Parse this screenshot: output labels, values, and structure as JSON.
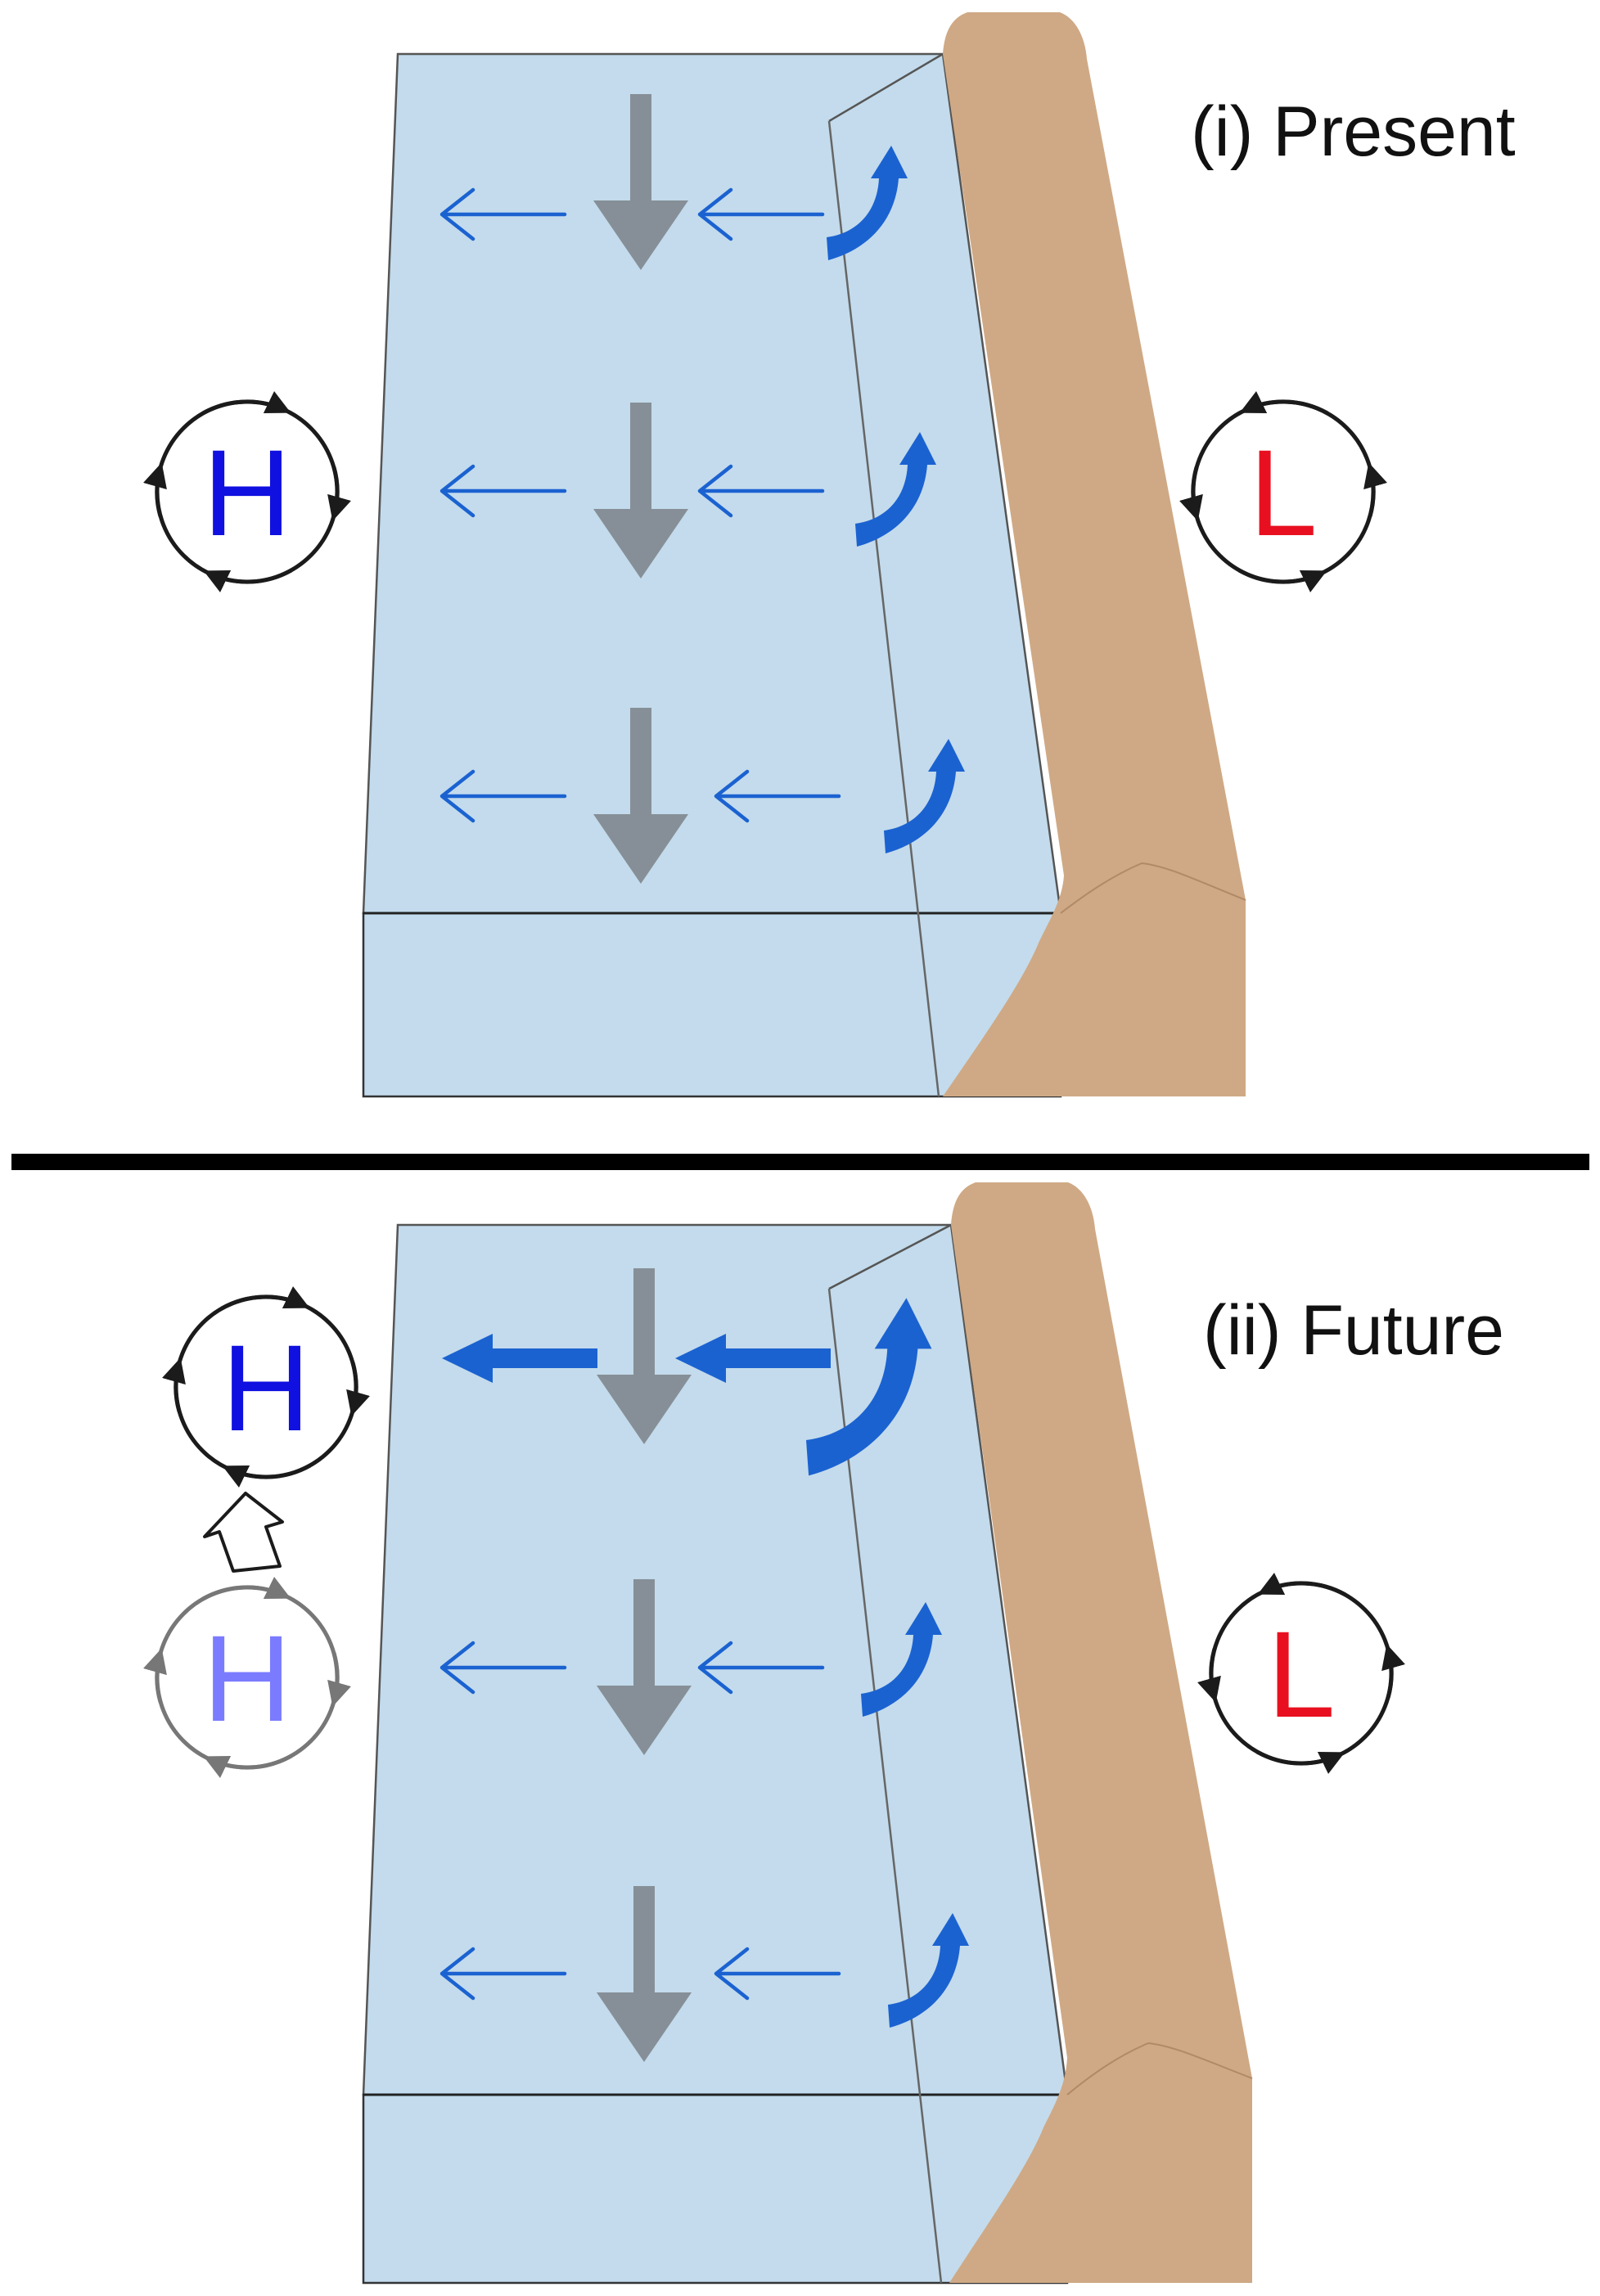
{
  "panels": [
    {
      "id": "present",
      "label": "(i) Present",
      "high": {
        "letter": "H",
        "color": "#1010e0"
      },
      "low": {
        "letter": "L",
        "color": "#e81020"
      }
    },
    {
      "id": "future",
      "label": "(ii) Future",
      "high": {
        "letter": "H",
        "color": "#1010e0"
      },
      "high_previous": {
        "letter": "H",
        "color": "#7b7bff"
      },
      "low": {
        "letter": "L",
        "color": "#e81020"
      }
    }
  ],
  "colors": {
    "ocean": "#c3dbec",
    "land": "#cfa985",
    "wind_arrow": "#1b62d1",
    "subsidence_arrow": "#868f97",
    "outline": "#333333",
    "divider": "#000000"
  },
  "icons": [
    "wind-arrow-icon",
    "subsidence-arrow-icon",
    "upwelling-arrow-icon",
    "anticyclone-icon",
    "cyclone-icon",
    "shift-arrow-icon"
  ]
}
